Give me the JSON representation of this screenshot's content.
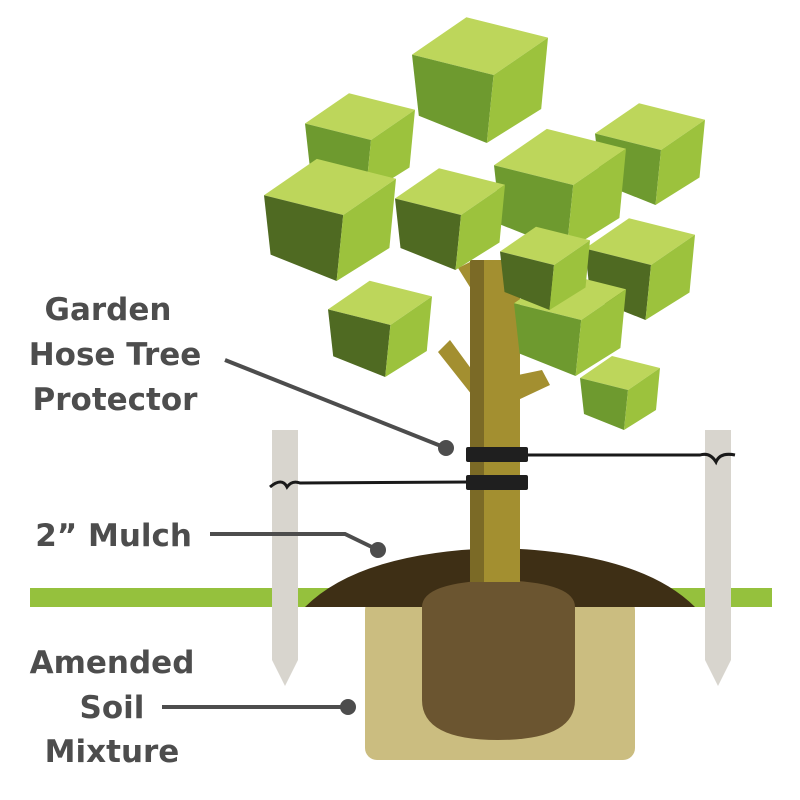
{
  "labels": {
    "protector": [
      "Garden",
      "Hose Tree",
      "Protector"
    ],
    "mulch": "2” Mulch",
    "soil": [
      "Amended",
      "Soil",
      "Mixture"
    ]
  },
  "colors": {
    "leaf_light": "#bdd65b",
    "leaf_mid": "#9cc23d",
    "leaf_dark": "#6e9a2f",
    "leaf_darkest": "#4f6a22",
    "trunk": "#a38f30",
    "trunk_shadow": "#7b6a26",
    "ground": "#95c13d",
    "mulch": "#3e2f15",
    "soil": "#cbbd80",
    "rootball": "#6b5530",
    "stake": "#d8d5ce",
    "label": "#4d4d4d"
  }
}
